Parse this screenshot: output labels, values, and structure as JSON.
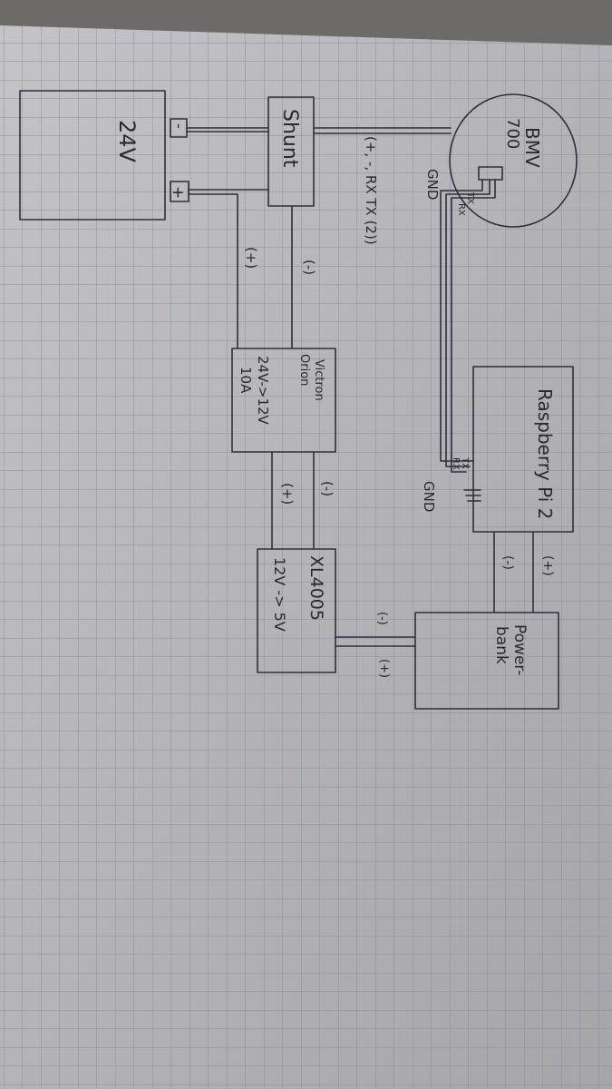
{
  "diagram": {
    "components": {
      "battery": {
        "label": "24V",
        "terminal_neg": "-",
        "terminal_pos": "+"
      },
      "shunt": {
        "label": "Shunt"
      },
      "bmv": {
        "label_line1": "BMV",
        "label_line2": "700"
      },
      "raspberry": {
        "label": "Raspberry Pi 2"
      },
      "victron": {
        "label_line1": "Victron",
        "label_line2": "Orion",
        "label_line3": "24V->12V",
        "label_line4": "10A"
      },
      "xl4005": {
        "label_line1": "XL4005",
        "label_line2": "12V -> 5V"
      },
      "powerbank": {
        "label_line1": "Power-",
        "label_line2": "bank"
      }
    },
    "annotations": {
      "bmv_conn": "(+, -, RX TX (2))",
      "gnd_bmv": "GND",
      "tx_bmv": "TX",
      "rx_bmv": "RX",
      "tx_pi": "TX",
      "rx_pi": "RX",
      "gnd_pi": "GND",
      "shunt_victron_neg": "(-)",
      "battery_victron_pos": "(+)",
      "victron_xl_neg": "(-)",
      "victron_xl_pos": "(+)",
      "pi_pb_pos": "(+)",
      "pi_pb_neg": "(-)",
      "xl_pb_neg": "(-)",
      "xl_pb_pos": "(+)"
    }
  }
}
